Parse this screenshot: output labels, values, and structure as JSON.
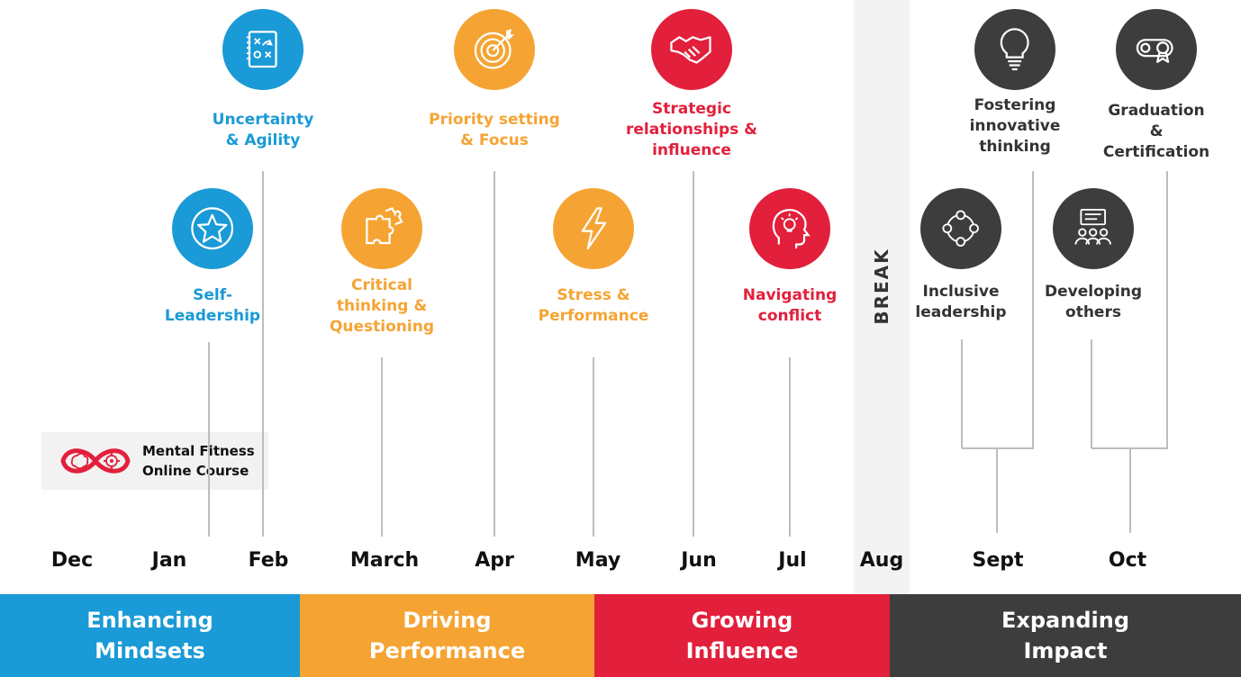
{
  "colors": {
    "blue": "#1a9ad6",
    "orange": "#f5a434",
    "red": "#e2203c",
    "dark": "#3d3d3d"
  },
  "break_label": "BREAK",
  "months": [
    "Dec",
    "Jan",
    "Feb",
    "March",
    "Apr",
    "May",
    "Jun",
    "Jul",
    "Aug",
    "Sept",
    "Oct"
  ],
  "course": {
    "title": "Mental Fitness\nOnline Course",
    "icon": "infinity-brain-gear-icon"
  },
  "modules": [
    {
      "label": "Uncertainty\n& Agility",
      "color": "blue",
      "icon": "strategy-board-icon"
    },
    {
      "label": "Self-\nLeadership",
      "color": "blue",
      "icon": "star-icon"
    },
    {
      "label": "Critical\nthinking &\nQuestioning",
      "color": "orange",
      "icon": "puzzle-icon"
    },
    {
      "label": "Priority setting\n& Focus",
      "color": "orange",
      "icon": "target-icon"
    },
    {
      "label": "Stress &\nPerformance",
      "color": "orange",
      "icon": "lightning-icon"
    },
    {
      "label": "Strategic\nrelationships &\ninfluence",
      "color": "red",
      "icon": "handshake-icon"
    },
    {
      "label": "Navigating\nconflict",
      "color": "red",
      "icon": "head-lightbulb-icon"
    },
    {
      "label": "Inclusive\nleadership",
      "color": "dark",
      "icon": "network-circle-icon"
    },
    {
      "label": "Fostering\ninnovative\nthinking",
      "color": "dark",
      "icon": "lightbulb-icon"
    },
    {
      "label": "Developing\nothers",
      "color": "dark",
      "icon": "group-presentation-icon"
    },
    {
      "label": "Graduation &\nCertification",
      "color": "dark",
      "icon": "diploma-icon"
    }
  ],
  "phases": [
    {
      "label": "Enhancing\nMindsets",
      "color": "blue"
    },
    {
      "label": "Driving\nPerformance",
      "color": "orange"
    },
    {
      "label": "Growing\nInfluence",
      "color": "red"
    },
    {
      "label": "Expanding\nImpact",
      "color": "dark"
    }
  ]
}
